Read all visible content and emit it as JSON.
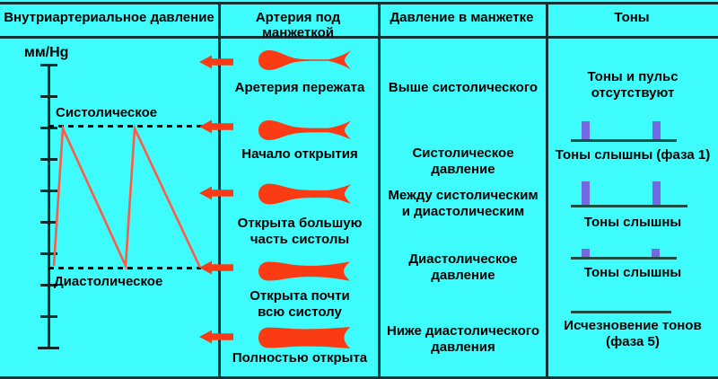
{
  "header": {
    "labels": [
      "Внутриартериальное давление",
      "Артерия под манжеткой",
      "Давление в манжетке",
      "Тоны"
    ]
  },
  "graph": {
    "unit": "мм/Hg",
    "systolic_label": "Систолическое",
    "diastolic_label": "Диастолическое"
  },
  "rows": [
    {
      "artery_state": "Аретерия пережата",
      "cuff_pressure": "Выше систолического",
      "tones": "Тоны и пульс\nотсутствуют",
      "tone_graphic": "none"
    },
    {
      "artery_state": "Начало открытия",
      "cuff_pressure": "Систолическое давление",
      "tones": "Тоны слышны (фаза 1)",
      "tone_graphic": "baseline-two-tall-pulses"
    },
    {
      "artery_state": "Открыта большую\nчасть систолы",
      "cuff_pressure": "Между систолическим\nи диастолическим",
      "tones": "Тоны слышны",
      "tone_graphic": "baseline-two-taller-pulses"
    },
    {
      "artery_state": "Открыта почти\nвсю систолу",
      "cuff_pressure": "Диастолическое\nдавление",
      "tones": "Тоны слышны",
      "tone_graphic": "baseline-two-small-pulses"
    },
    {
      "artery_state": "Полностью открыта",
      "cuff_pressure": "Ниже диастолического\nдавления",
      "tones": "Исчезновение тонов\n(фаза 5)",
      "tone_graphic": "baseline-only"
    }
  ],
  "colors": {
    "background": "#3efcfc",
    "table_line": "#0f3236",
    "artery_red": "#fa3b14",
    "waveform_red": "#ff5948",
    "pulse_purple": "#7667e2",
    "sound_line": "#1c4f46",
    "text": "#000000"
  }
}
